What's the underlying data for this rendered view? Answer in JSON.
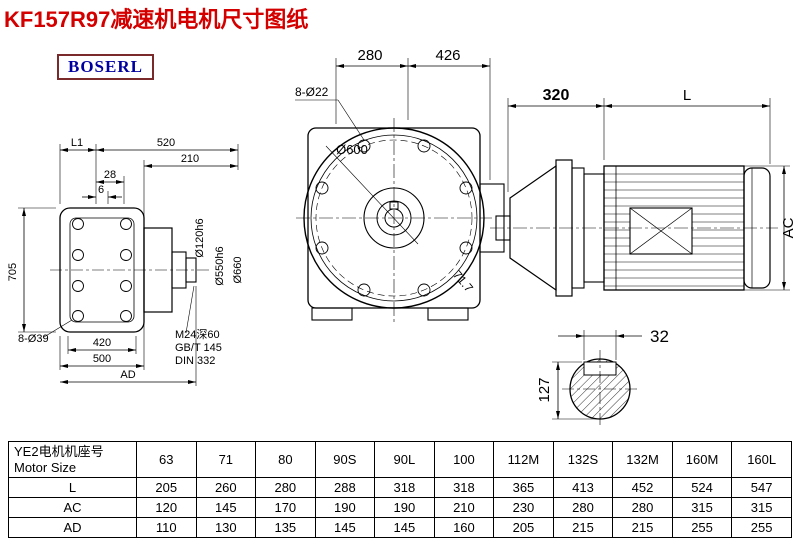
{
  "page": {
    "title": "KF157R97减速机电机尺寸图纸",
    "logo": "BOSERL"
  },
  "left_view": {
    "dim_L1": "L1",
    "dim_520": "520",
    "dim_210": "210",
    "dim_28": "28",
    "dim_6": "6",
    "dim_705": "705",
    "holes_label": "8-Ø39",
    "dim_420": "420",
    "dim_500": "500",
    "dim_AD": "AD",
    "dia_120": "Ø120h6",
    "dia_550": "Ø550h6",
    "dia_660": "Ø660",
    "note_m24": "M24深60",
    "note_gbt": "GB/T 145",
    "note_din": "DIN 332"
  },
  "front_view": {
    "dim_280": "280",
    "dim_426": "426",
    "holes_label": "8-Ø22",
    "dia_600": "Ø600",
    "diag_dim": "71.7"
  },
  "side_view": {
    "dim_320": "320",
    "dim_L": "L",
    "dim_AC": "AC"
  },
  "shaft_view": {
    "key_width": "32",
    "dim_127": "127"
  },
  "table": {
    "header": {
      "line1": "YE2电机机座号",
      "line2": "Motor Size"
    },
    "columns": [
      "63",
      "71",
      "80",
      "90S",
      "90L",
      "100",
      "112M",
      "132S",
      "132M",
      "160M",
      "160L"
    ],
    "rows": [
      {
        "label": "L",
        "values": [
          "205",
          "260",
          "280",
          "288",
          "318",
          "318",
          "365",
          "413",
          "452",
          "524",
          "547"
        ]
      },
      {
        "label": "AC",
        "values": [
          "120",
          "145",
          "170",
          "190",
          "190",
          "210",
          "230",
          "280",
          "280",
          "315",
          "315"
        ]
      },
      {
        "label": "AD",
        "values": [
          "110",
          "130",
          "135",
          "145",
          "145",
          "160",
          "205",
          "215",
          "215",
          "255",
          "255"
        ]
      }
    ]
  },
  "colors": {
    "title": "#d40000",
    "logo_text": "#0000a0",
    "logo_border": "#7a2a2a",
    "line": "#000000"
  }
}
